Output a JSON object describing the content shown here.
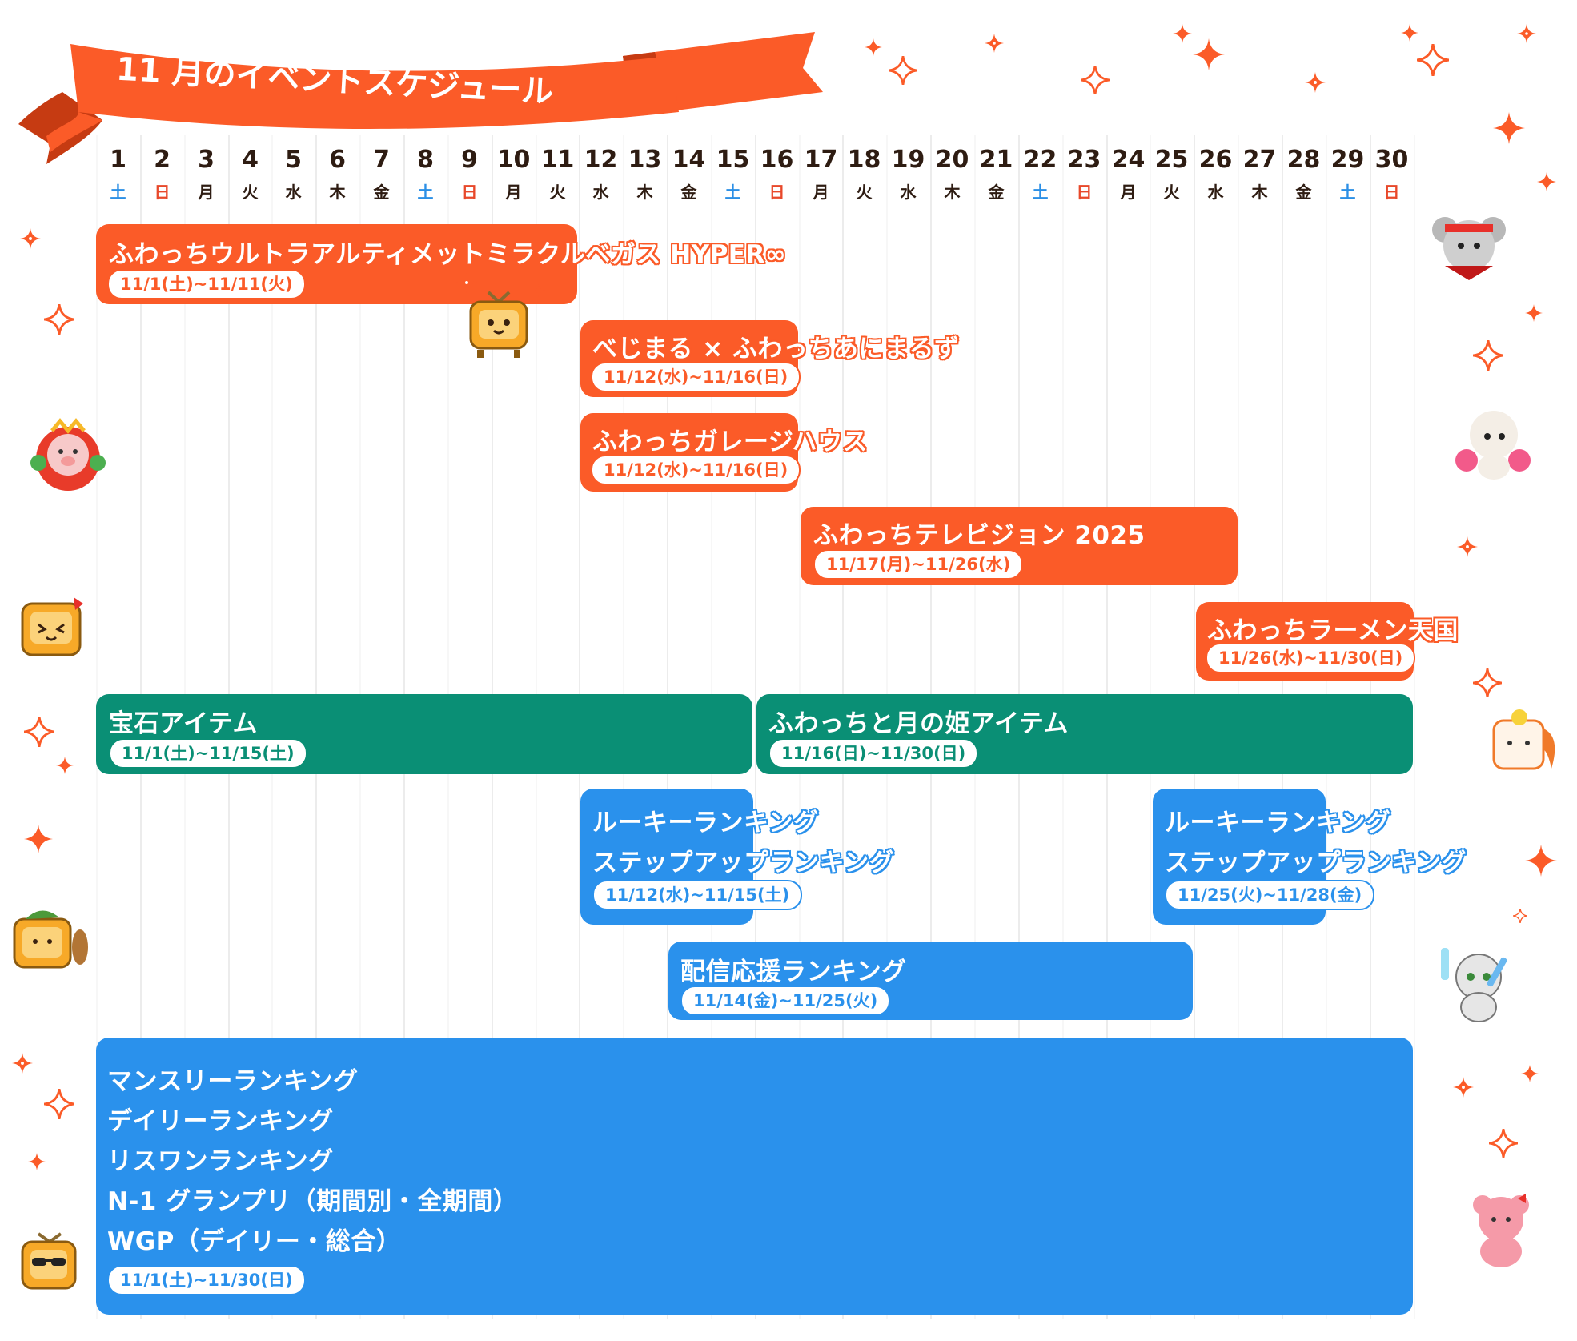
{
  "header": {
    "title": "11 月のイベントスケジュール"
  },
  "calendar": {
    "days": [
      {
        "d": "1",
        "w": "土",
        "t": "sat"
      },
      {
        "d": "2",
        "w": "日",
        "t": "sun"
      },
      {
        "d": "3",
        "w": "月",
        "t": ""
      },
      {
        "d": "4",
        "w": "火",
        "t": ""
      },
      {
        "d": "5",
        "w": "水",
        "t": ""
      },
      {
        "d": "6",
        "w": "木",
        "t": ""
      },
      {
        "d": "7",
        "w": "金",
        "t": ""
      },
      {
        "d": "8",
        "w": "土",
        "t": "sat"
      },
      {
        "d": "9",
        "w": "日",
        "t": "sun"
      },
      {
        "d": "10",
        "w": "月",
        "t": ""
      },
      {
        "d": "11",
        "w": "火",
        "t": ""
      },
      {
        "d": "12",
        "w": "水",
        "t": ""
      },
      {
        "d": "13",
        "w": "木",
        "t": ""
      },
      {
        "d": "14",
        "w": "金",
        "t": ""
      },
      {
        "d": "15",
        "w": "土",
        "t": "sat"
      },
      {
        "d": "16",
        "w": "日",
        "t": "sun"
      },
      {
        "d": "17",
        "w": "月",
        "t": ""
      },
      {
        "d": "18",
        "w": "火",
        "t": ""
      },
      {
        "d": "19",
        "w": "水",
        "t": ""
      },
      {
        "d": "20",
        "w": "木",
        "t": ""
      },
      {
        "d": "21",
        "w": "金",
        "t": ""
      },
      {
        "d": "22",
        "w": "土",
        "t": "sat"
      },
      {
        "d": "23",
        "w": "日",
        "t": "sun"
      },
      {
        "d": "24",
        "w": "月",
        "t": ""
      },
      {
        "d": "25",
        "w": "火",
        "t": ""
      },
      {
        "d": "26",
        "w": "水",
        "t": ""
      },
      {
        "d": "27",
        "w": "木",
        "t": ""
      },
      {
        "d": "28",
        "w": "金",
        "t": ""
      },
      {
        "d": "29",
        "w": "土",
        "t": "sat"
      },
      {
        "d": "30",
        "w": "日",
        "t": "sun"
      }
    ]
  },
  "events": {
    "hyper": {
      "title": "ふわっちウルトラアルティメットミラクルベガス HYPER∞",
      "dates": "11/1(土)~11/11(火)"
    },
    "bejimaru": {
      "title": "べじまる × ふわっちあにまるず",
      "dates": "11/12(水)~11/16(日)"
    },
    "garage": {
      "title": "ふわっちガレージハウス",
      "dates": "11/12(水)~11/16(日)"
    },
    "television": {
      "title": "ふわっちテレビジョン 2025",
      "dates": "11/17(月)~11/26(水)"
    },
    "ramen": {
      "title": "ふわっちラーメン天国",
      "dates": "11/26(水)~11/30(日)"
    },
    "gem": {
      "title": "宝石アイテム",
      "dates": "11/1(土)~11/15(土)"
    },
    "moon": {
      "title": "ふわっちと月の姫アイテム",
      "dates": "11/16(日)~11/30(日)"
    },
    "rookie1": {
      "line1": "ルーキーランキング",
      "line2": "ステップアップランキング",
      "dates": "11/12(水)~11/15(土)"
    },
    "rookie2": {
      "line1": "ルーキーランキング",
      "line2": "ステップアップランキング",
      "dates": "11/25(火)~11/28(金)"
    },
    "haishin": {
      "title": "配信応援ランキング",
      "dates": "11/14(金)~11/25(火)"
    },
    "monthly": {
      "lines": [
        "マンスリーランキング",
        "デイリーランキング",
        "リスワンランキング",
        "N-1 グランプリ（期間別・全期間）",
        "WGP（デイリー・総合）"
      ],
      "dates": "11/1(土)~11/30(日)"
    }
  },
  "colors": {
    "orange": "#fb5b28",
    "green": "#0a8f75",
    "blue": "#2a91ec",
    "saturday": "#2b8fe6",
    "sunday": "#e8482a",
    "text": "#2e1c12"
  }
}
